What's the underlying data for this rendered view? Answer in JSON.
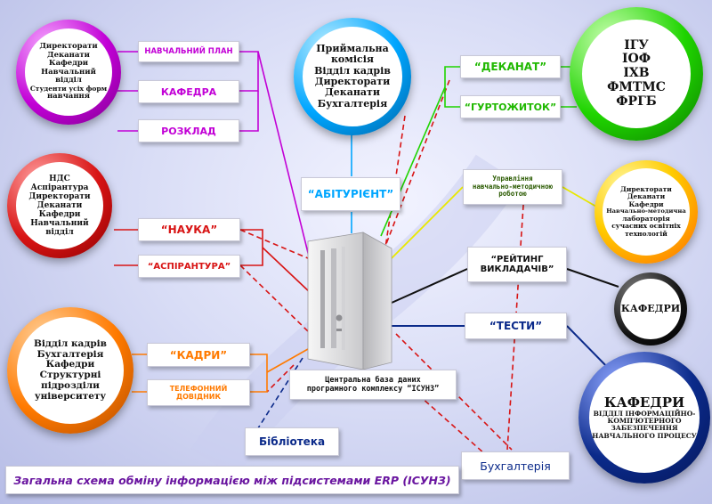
{
  "colors": {
    "purple": "#c200d6",
    "red": "#d81414",
    "orange": "#ff7a00",
    "cyan": "#00a6ff",
    "green": "#1fd400",
    "navy": "#0b2a8a",
    "black": "#111111",
    "yellow": "#e8e800"
  },
  "circles": {
    "top_left": {
      "lines": [
        "Директорати",
        "Деканати",
        "Кафедри",
        "Навчальний",
        "відділ",
        "Студенти усіх форм",
        "навчання"
      ]
    },
    "mid_left": {
      "lines": [
        "НДС",
        "Аспірантура",
        "Директорати",
        "Деканати",
        "Кафедри",
        "Навчальний",
        "відділ"
      ]
    },
    "bottom_left": {
      "lines": [
        "Відділ кадрів",
        "Бухгалтерія",
        "Кафедри",
        "Структурні",
        "підрозділи",
        "університету"
      ]
    },
    "top_center": {
      "lines": [
        "Приймальна",
        "комісія",
        "Відділ кадрів",
        "Директорати",
        "Деканати",
        "Бухгалтерія"
      ]
    },
    "top_right": {
      "lines": [
        "ІГУ",
        "ІОФ",
        "ІХВ",
        "ФМТМС",
        "ФРГБ"
      ]
    },
    "mid_right": {
      "lines": [
        "Директорати",
        "Деканати",
        "Кафедри",
        "Навчально-методична",
        "лабораторія",
        "сучасних освітніх",
        "технологій"
      ]
    },
    "kafedry_small": {
      "lines": [
        "КАФЕДРИ"
      ]
    },
    "bottom_right": {
      "lines": [
        "КАФЕДРИ",
        "ВІДДІЛ ІНФОРМАЦІЙНО-",
        "КОМП'ЮТЕРНОГО",
        "ЗАБЕЗПЕЧЕННЯ",
        "НАВЧАЛЬНОГО ПРОЦЕСУ"
      ]
    }
  },
  "labels": {
    "navch_plan": "НАВЧАЛЬНИЙ ПЛАН",
    "kafedra": "КАФЕДРА",
    "rozklad": "РОЗКЛАД",
    "nauka": "“НАУКА”",
    "aspirantura": "“АСПІРАНТУРА”",
    "kadry": "“КАДРИ”",
    "dovidnyk_1": "ТЕЛЕФОННИЙ",
    "dovidnyk_2": "ДОВІДНИК",
    "abiturient": "“АБІТУРІЄНТ”",
    "dekanat": "“ДЕКАНАТ”",
    "gurtozhytok": "“ГУРТОЖИТОК”",
    "upravlinnia_1": "Управління",
    "upravlinnia_2": "навчально-методичною",
    "upravlinnia_3": "роботою",
    "reytyng_1": "“РЕЙТИНГ",
    "reytyng_2": "ВИКЛАДАЧІВ”",
    "testy": "“ТЕСТИ”",
    "central_1": "Центральна база даних",
    "central_2": "програмного комплексу “ІСУНЗ”",
    "biblioteka": "Бібліотека",
    "bukhhalteriia": "Бухгалтерія"
  },
  "title": "Загальна схема обміну інформацією між підсистемами ERP (ІСУНЗ)"
}
